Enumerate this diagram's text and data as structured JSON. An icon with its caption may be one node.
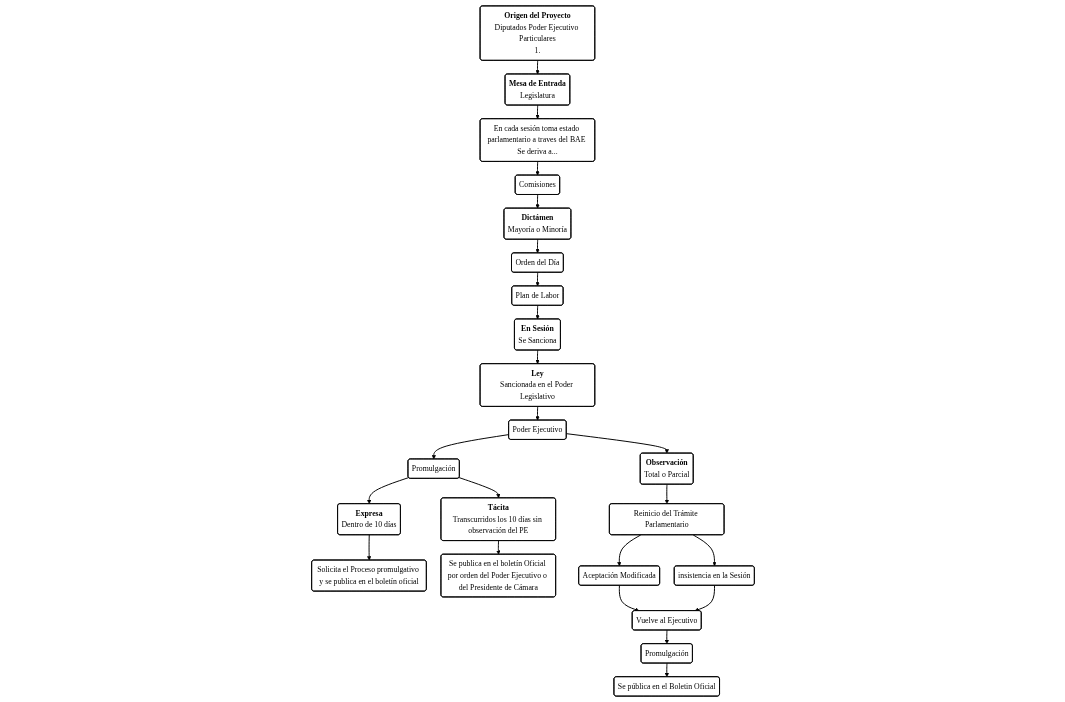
{
  "diagram": {
    "nodes": [
      {
        "text": [
          "Origen del Proyecto",
          "Diputados Poder Ejecutivo Particulares",
          "1."
        ]
      },
      {
        "text": [
          "Mesa de Entrada",
          "Legislatura"
        ]
      },
      {
        "text": [
          "En cada sesión toma estado parlamentario a traves del BAE Se deriva a..."
        ]
      },
      {
        "text": [
          "Comisiones"
        ]
      },
      {
        "text": [
          "Dictámen",
          "Mayoría o Minoría"
        ]
      },
      {
        "text": [
          "Orden del Día"
        ]
      },
      {
        "text": [
          "Plan de Labor"
        ]
      },
      {
        "text": [
          "En Sesión",
          "Se Sanciona"
        ]
      },
      {
        "text": [
          "Ley",
          "Sancionada en el Poder Legislativo"
        ]
      },
      {
        "text": [
          "Poder Ejecutivo"
        ]
      },
      {
        "text": [
          "Promulgación"
        ]
      },
      {
        "text": [
          "Expresa",
          "Dentro de 10 días"
        ]
      },
      {
        "text": [
          "Solicita el Proceso promulgativo y se publica en el boletín oficial"
        ]
      },
      {
        "text": [
          "Tácita",
          "Transcurridos los 10 días sin observación del PE"
        ]
      },
      {
        "text": [
          "Se publica en el boletín Oficial por orden del Poder Ejecutivo o del Presidente de Cámara"
        ]
      },
      {
        "text": [
          "Observación",
          "Total o Parcial"
        ]
      },
      {
        "text": [
          "Reinicio del Trámite Parlamentario"
        ]
      },
      {
        "text": [
          "Aceptación Modificada"
        ]
      },
      {
        "text": [
          "insistencia en la Sesión"
        ]
      },
      {
        "text": [
          "Vuelve al Ejecutivo"
        ]
      },
      {
        "text": [
          "Promulgación"
        ]
      },
      {
        "text": [
          "Se pública en el Boletin Oficial"
        ]
      }
    ],
    "edges": [
      {
        "from": 0,
        "to": 1,
        "arrow": "to"
      },
      {
        "from": 1,
        "to": 2,
        "arrow": "to"
      },
      {
        "from": 2,
        "to": 3,
        "arrow": "to"
      },
      {
        "from": 3,
        "to": 4,
        "arrow": "to"
      },
      {
        "from": 4,
        "to": 5,
        "arrow": "to"
      },
      {
        "from": 5,
        "to": 6,
        "arrow": "to"
      },
      {
        "from": 6,
        "to": 7,
        "arrow": "to"
      },
      {
        "from": 7,
        "to": 8,
        "arrow": "to"
      },
      {
        "from": 8,
        "to": 9,
        "arrow": "to"
      },
      {
        "from": 9,
        "to": 10,
        "arrow": "to"
      },
      {
        "from": 10,
        "to": 11,
        "arrow": "to"
      },
      {
        "from": 10,
        "to": 13,
        "arrow": "to"
      },
      {
        "from": 11,
        "to": 12,
        "arrow": "to"
      },
      {
        "from": 13,
        "to": 14,
        "arrow": "to"
      },
      {
        "from": 9,
        "to": 15,
        "arrow": "to"
      },
      {
        "from": 15,
        "to": 16,
        "arrow": "to"
      },
      {
        "from": 16,
        "to": 17,
        "arrow": "to"
      },
      {
        "from": 16,
        "to": 18,
        "arrow": "to"
      },
      {
        "from": 17,
        "to": 19,
        "arrow": "to"
      },
      {
        "from": 18,
        "to": 19,
        "arrow": "to"
      },
      {
        "from": 19,
        "to": 20,
        "arrow": "to"
      },
      {
        "from": 20,
        "to": 21,
        "arrow": "to"
      }
    ]
  }
}
